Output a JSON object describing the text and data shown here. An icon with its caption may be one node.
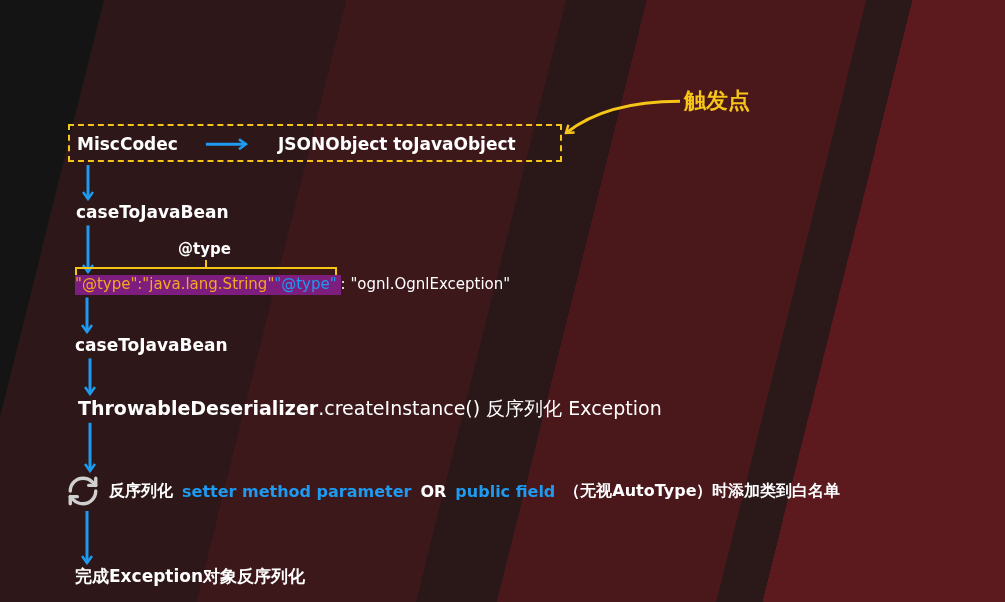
{
  "diagram": {
    "nodes": [
      {
        "text": [],
        "shape": "box"
      },
      {
        "text": [
          "MiscCodec"
        ],
        "in": 0
      },
      {
        "text": [
          "JSONObject  toJavaObject"
        ],
        "in": 0
      },
      {
        "text": [
          "触发点"
        ]
      },
      {
        "text": [
          "caseToJavaBean"
        ]
      },
      {
        "text": [
          "\"@type\":\"java.lang.String\"",
          "\"@type\"",
          ": \"ognl.OgnlException\""
        ]
      },
      {
        "text": [
          "caseToJavaBean"
        ]
      },
      {
        "text": [
          "**ThrowableDeserializer**.createInstance() 反序列化 Exception"
        ]
      },
      {
        "text": [
          "反序列化",
          "setter method parameter",
          "OR",
          "public field",
          "（无视AutoType）时添加类到白名单"
        ]
      },
      {
        "text": [
          "完成Exception对象反序列化"
        ]
      }
    ],
    "edges": [
      {
        "from": 1,
        "to": 2,
        "arrow": "to"
      },
      {
        "from": 3,
        "to": 0,
        "arrow": "to",
        "color": "#f5c518"
      },
      {
        "from": 0,
        "to": 4,
        "arrow": "to"
      },
      {
        "from": 4,
        "to": 5,
        "arrow": "to"
      },
      {
        "from": 5,
        "to": 6,
        "arrow": "to"
      },
      {
        "from": 6,
        "to": 7,
        "arrow": "to"
      },
      {
        "from": 7,
        "to": 8,
        "arrow": "to"
      },
      {
        "from": 8,
        "to": 9,
        "arrow": "to"
      }
    ],
    "labels": [
      "@type"
    ]
  }
}
